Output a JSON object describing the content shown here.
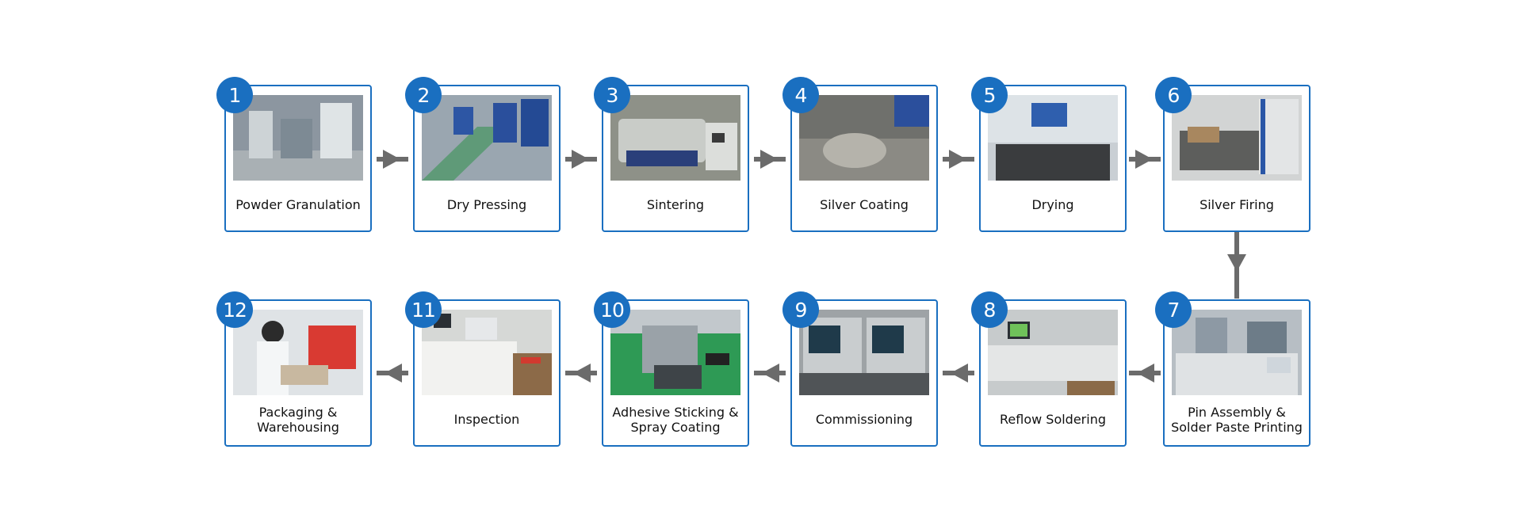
{
  "colors": {
    "accent": "#1a6fc0",
    "arrow": "#6b6b6b"
  },
  "steps": [
    {
      "number": "1",
      "label": "Powder Granulation",
      "photo": "factory-photo-icon"
    },
    {
      "number": "2",
      "label": "Dry Pressing",
      "photo": "factory-photo-icon"
    },
    {
      "number": "3",
      "label": "Sintering",
      "photo": "factory-photo-icon"
    },
    {
      "number": "4",
      "label": "Silver Coating",
      "photo": "factory-photo-icon"
    },
    {
      "number": "5",
      "label": "Drying",
      "photo": "factory-photo-icon"
    },
    {
      "number": "6",
      "label": "Silver Firing",
      "photo": "factory-photo-icon"
    },
    {
      "number": "7",
      "label": "Pin Assembly & Solder Paste Printing",
      "photo": "factory-photo-icon"
    },
    {
      "number": "8",
      "label": "Reflow Soldering",
      "photo": "factory-photo-icon"
    },
    {
      "number": "9",
      "label": "Commissioning",
      "photo": "factory-photo-icon"
    },
    {
      "number": "10",
      "label": "Adhesive Sticking & Spray Coating",
      "photo": "factory-photo-icon"
    },
    {
      "number": "11",
      "label": "Inspection",
      "photo": "factory-photo-icon"
    },
    {
      "number": "12",
      "label": "Packaging & Warehousing",
      "photo": "factory-photo-icon"
    }
  ]
}
